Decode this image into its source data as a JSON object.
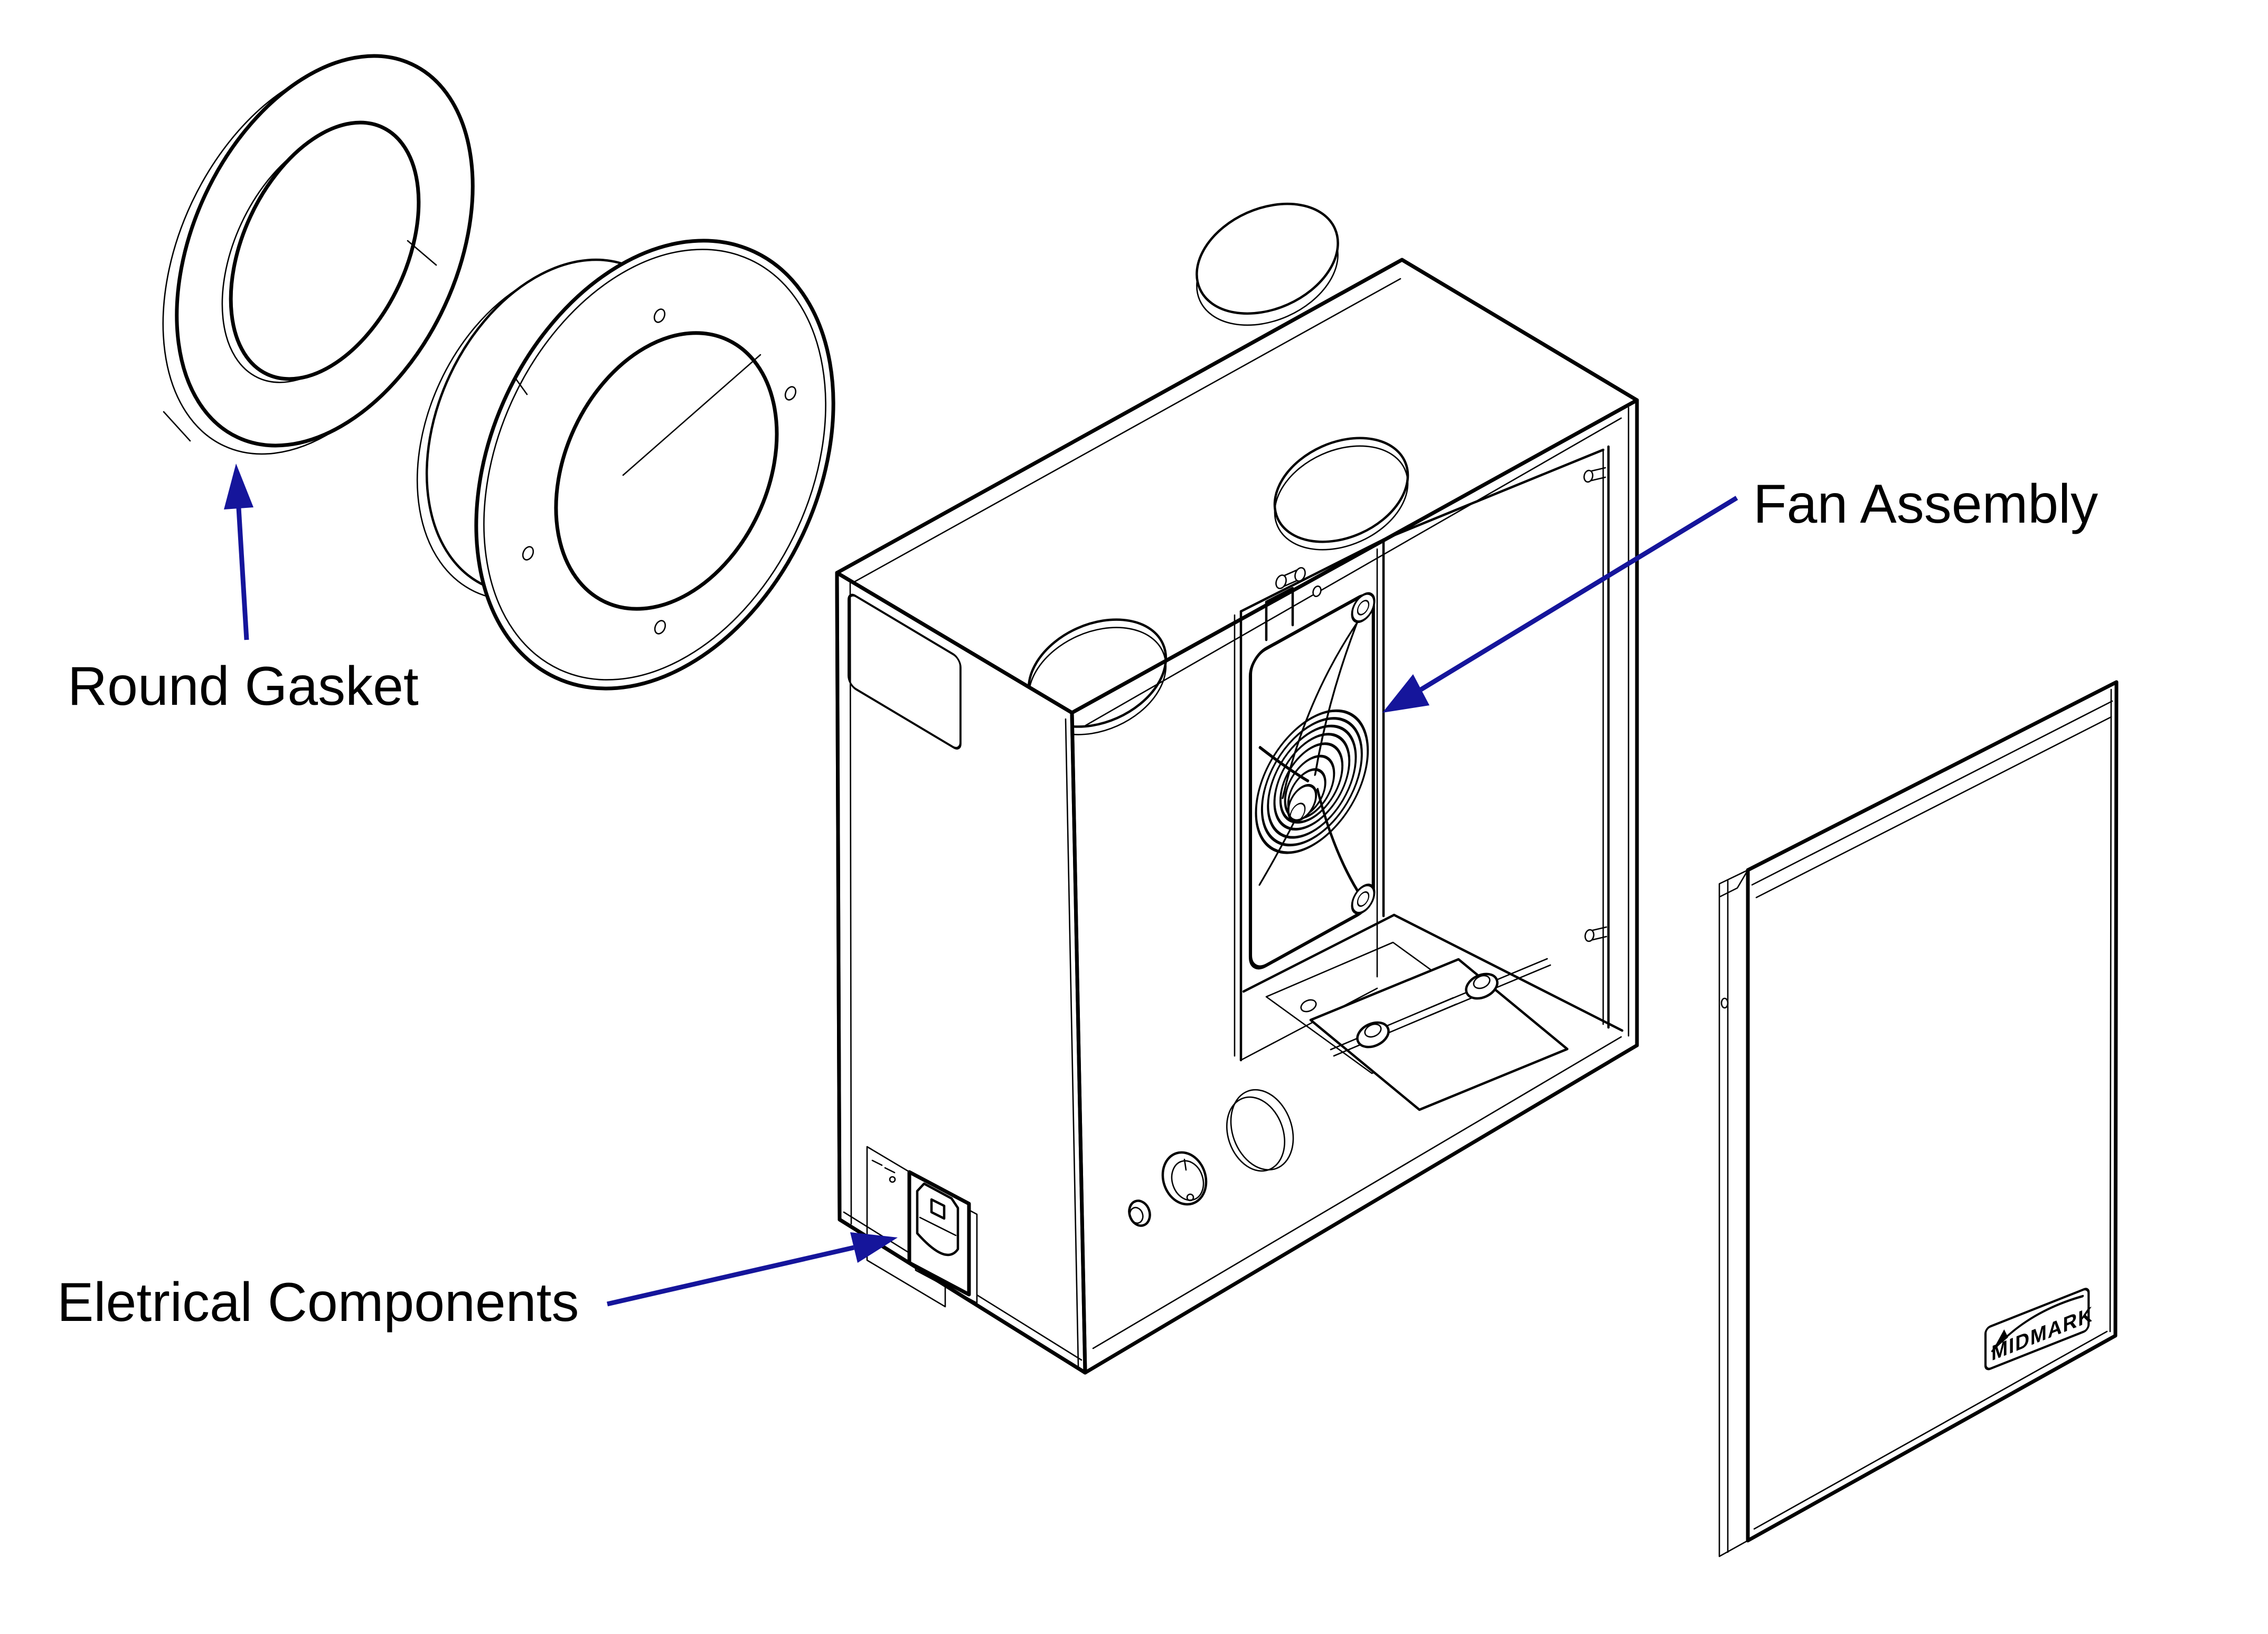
{
  "diagram": {
    "background": "#ffffff",
    "line_color": "#000000",
    "callout_color": "#15159b",
    "labels": {
      "round_gasket": "Round Gasket",
      "fan_assembly": "Fan Assembly",
      "electrical_components": "Eletrical Components"
    },
    "cover_logo": "MIDMARK"
  }
}
